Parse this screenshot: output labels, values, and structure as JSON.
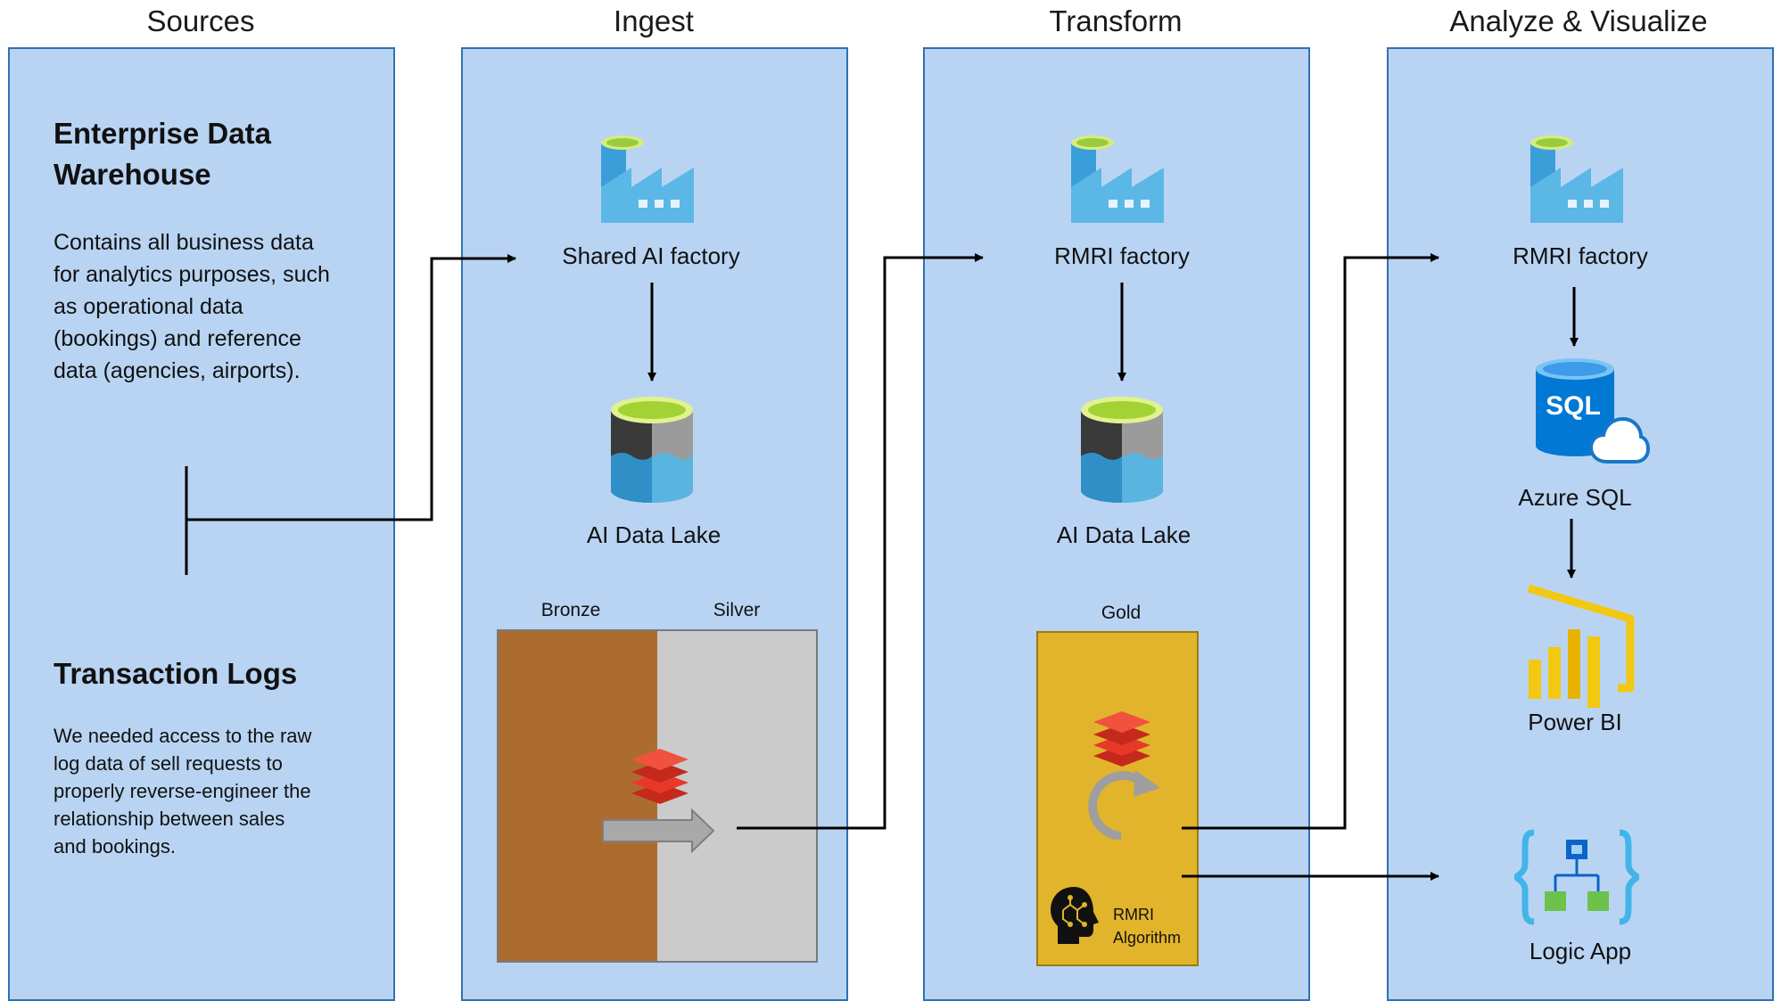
{
  "columns": {
    "sources": "Sources",
    "ingest": "Ingest",
    "transform": "Transform",
    "analyze": "Analyze & Visualize"
  },
  "sources": {
    "edw_title_line1": "Enterprise Data",
    "edw_title_line2": "Warehouse",
    "edw_desc": [
      "Contains all business data",
      "for analytics purposes, such",
      "as operational data",
      "(bookings) and reference",
      "data (agencies, airports)."
    ],
    "logs_title": "Transaction Logs",
    "logs_desc": [
      "We needed access to the raw",
      "log data of sell requests to",
      "properly reverse-engineer the",
      "relationship between sales",
      "and bookings."
    ]
  },
  "ingest": {
    "factory_label": "Shared AI factory",
    "lake_label": "AI Data Lake",
    "bronze_label": "Bronze",
    "silver_label": "Silver"
  },
  "transform": {
    "factory_label": "RMRI factory",
    "lake_label": "AI Data Lake",
    "gold_label": "Gold",
    "algorithm_line1": "RMRI",
    "algorithm_line2": "Algorithm"
  },
  "analyze": {
    "factory_label": "RMRI factory",
    "sql_label": "Azure SQL",
    "sql_badge": "SQL",
    "powerbi_label": "Power BI",
    "logicapp_label": "Logic App"
  },
  "colors": {
    "panel_fill": "#b9d4f3",
    "panel_border": "#2f71b4",
    "bronze": "#ac6c2f",
    "silver": "#cbcbcb",
    "gold": "#e2b42b",
    "databricks_red": "#e8382a",
    "powerbi_yellow": "#f2c811"
  },
  "icons": {
    "factory": "data-factory-icon",
    "lake": "data-lake-icon",
    "databricks": "databricks-icon",
    "sql": "azure-sql-icon",
    "powerbi": "power-bi-icon",
    "logicapp": "logic-app-icon",
    "brain": "brain-icon",
    "refresh": "refresh-icon"
  }
}
